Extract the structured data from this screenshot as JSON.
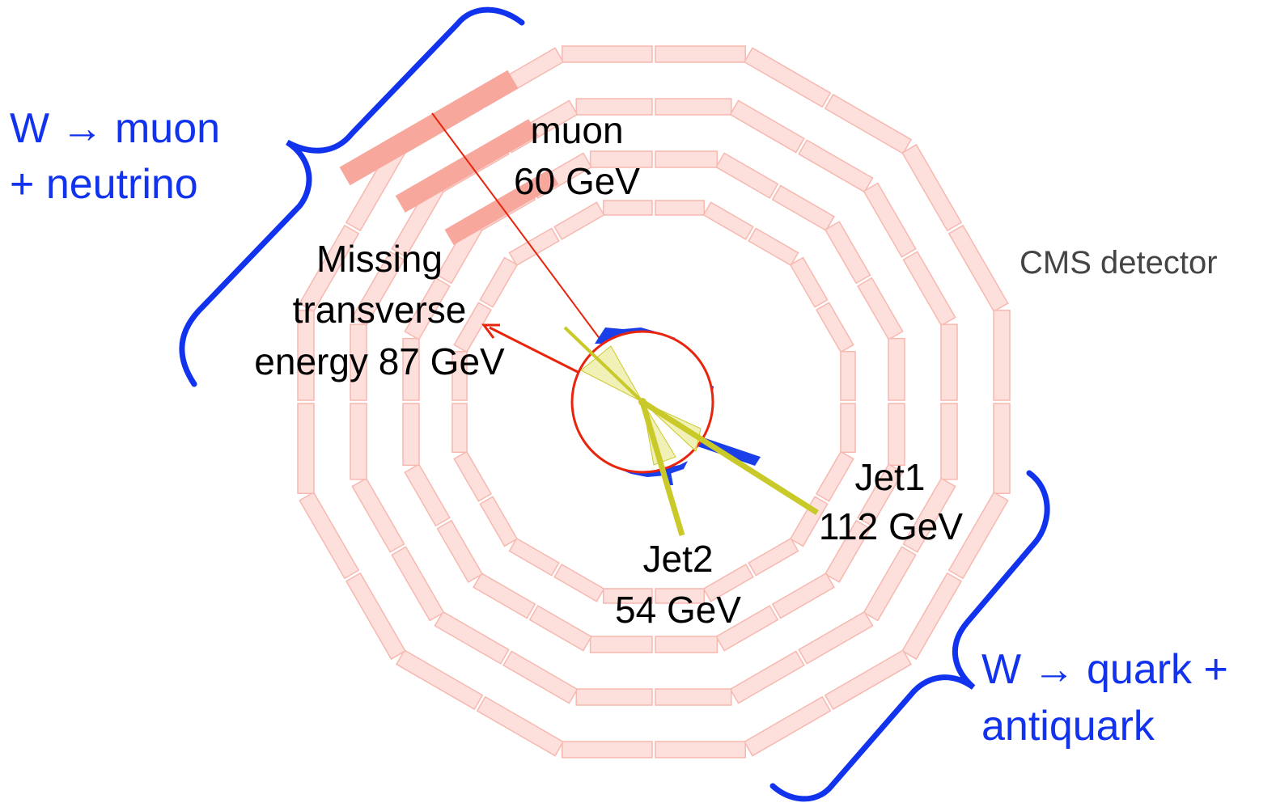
{
  "colors": {
    "module_fill": "#fde0dc",
    "module_stroke": "#f7b8b0",
    "muon_chamber_fill": "#f8a79d",
    "muon_track": "#e8250c",
    "met_arrow": "#e8250c",
    "jet_line": "#c9c92a",
    "jet_cone": "#eeeeaa",
    "tracker_deposit": "#1a3ee8",
    "brace": "#1133ee",
    "label_text": "#000000",
    "annotation_text": "#1133ee",
    "detector_label": "#444444"
  },
  "labels": {
    "muon_name": "muon",
    "muon_energy": "60 GeV",
    "met_line1": "Missing",
    "met_line2": "transverse",
    "met_line3": "energy 87 GeV",
    "jet1_name": "Jet1",
    "jet1_energy": "112 GeV",
    "jet2_name": "Jet2",
    "jet2_energy": "54 GeV",
    "detector": "CMS detector"
  },
  "annotations": {
    "w_muon_line1": "W → muon",
    "w_muon_line2": "+ neutrino",
    "w_quark_line1": "W → quark +",
    "w_quark_line2": "antiquark"
  }
}
